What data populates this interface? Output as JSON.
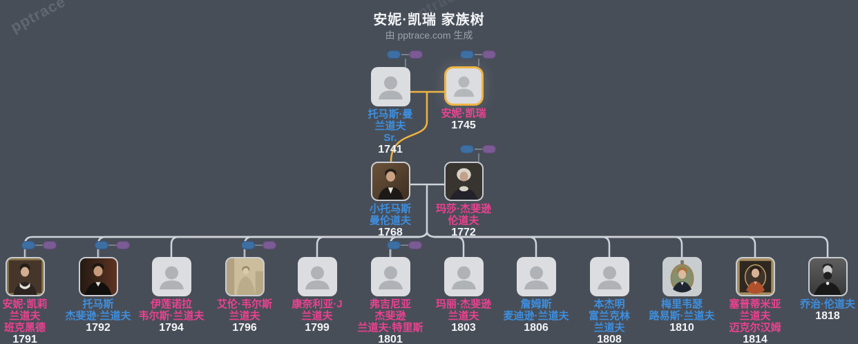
{
  "watermark_text": "pptrace",
  "header": {
    "title": "安妮·凯瑞 家族树",
    "subtitle": "由 pptrace.com 生成"
  },
  "colors": {
    "background": "#484E58",
    "male_accent": "#3D8FE0",
    "female_accent": "#ED4191",
    "highlight_border": "#F0B441",
    "connector": "#D0D4DA",
    "marriage_highlight_line": "#EFB43F",
    "pill_blue": "#3E6FA3",
    "pill_purple": "#7A5B94",
    "year_text": "#F2F4F6"
  },
  "tree": {
    "generation1": [
      {
        "name_lines": [
          "托马斯·曼",
          "兰道夫",
          "Sr."
        ],
        "year": "1741",
        "gender": "male",
        "avatar": "placeholder",
        "collapsed_parents_pills": true
      },
      {
        "name_lines": [
          "安妮·凯瑞"
        ],
        "year": "1745",
        "gender": "female",
        "avatar": "placeholder",
        "highlighted": true,
        "collapsed_parents_pills": true
      }
    ],
    "generation2": [
      {
        "name_lines": [
          "小托马斯",
          "曼伦道夫"
        ],
        "year": "1768",
        "gender": "male",
        "avatar": "portrait"
      },
      {
        "name_lines": [
          "玛莎·杰斐逊",
          "伦道夫"
        ],
        "year": "1772",
        "gender": "female",
        "avatar": "portrait",
        "collapsed_parents_pills": true
      }
    ],
    "children": [
      {
        "name_lines": [
          "安妮·凯莉",
          "兰道夫",
          "班克黑德"
        ],
        "year": "1791",
        "gender": "female",
        "avatar": "portrait",
        "collapsed_parents_pills": true
      },
      {
        "name_lines": [
          "托马斯",
          "杰斐逊·兰道夫"
        ],
        "year": "1792",
        "gender": "male",
        "avatar": "portrait",
        "collapsed_parents_pills": true
      },
      {
        "name_lines": [
          "伊莲诺拉",
          "韦尔斯·兰道夫"
        ],
        "year": "1794",
        "gender": "female",
        "avatar": "placeholder"
      },
      {
        "name_lines": [
          "艾伦·韦尔斯",
          "兰道夫"
        ],
        "year": "1796",
        "gender": "female",
        "avatar": "portrait",
        "collapsed_parents_pills": true
      },
      {
        "name_lines": [
          "康奈利亚·J",
          "兰道夫"
        ],
        "year": "1799",
        "gender": "female",
        "avatar": "placeholder"
      },
      {
        "name_lines": [
          "弗吉尼亚",
          "杰斐逊",
          "兰道夫·特里斯"
        ],
        "year": "1801",
        "gender": "female",
        "avatar": "placeholder",
        "collapsed_parents_pills": true
      },
      {
        "name_lines": [
          "玛丽·杰斐逊",
          "兰道夫"
        ],
        "year": "1803",
        "gender": "female",
        "avatar": "placeholder"
      },
      {
        "name_lines": [
          "詹姆斯",
          "麦迪逊·兰道夫"
        ],
        "year": "1806",
        "gender": "male",
        "avatar": "placeholder"
      },
      {
        "name_lines": [
          "本杰明",
          "富兰克林",
          "兰道夫"
        ],
        "year": "1808",
        "gender": "male",
        "avatar": "placeholder"
      },
      {
        "name_lines": [
          "梅里韦瑟",
          "路易斯·兰道夫"
        ],
        "year": "1810",
        "gender": "male",
        "avatar": "portrait"
      },
      {
        "name_lines": [
          "塞普蒂米亚",
          "兰道夫",
          "迈克尔汉姆"
        ],
        "year": "1814",
        "gender": "female",
        "avatar": "portrait"
      },
      {
        "name_lines": [
          "乔治·伦道夫"
        ],
        "year": "1818",
        "gender": "male",
        "avatar": "portrait"
      }
    ]
  }
}
